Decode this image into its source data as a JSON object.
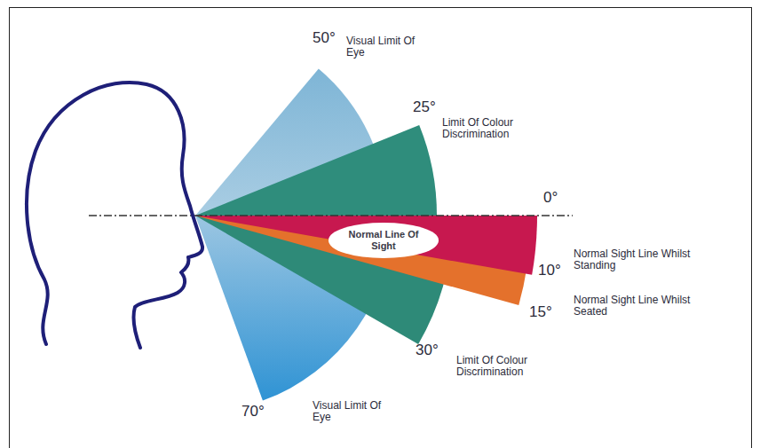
{
  "diagram": {
    "nodes": [
      {
        "text": [
          "Normal Line Of Sight"
        ]
      }
    ],
    "labels": [
      "50°",
      "Visual Limit Of Eye",
      "25°",
      "Limit Of Colour Discrimination",
      "0°",
      "10°",
      "Normal Sight Line Whilst Standing",
      "15°",
      "Normal Sight Line Whilst Seated",
      "30°",
      "Limit Of Colour Discrimination",
      "70°",
      "Visual Limit Of Eye"
    ]
  }
}
